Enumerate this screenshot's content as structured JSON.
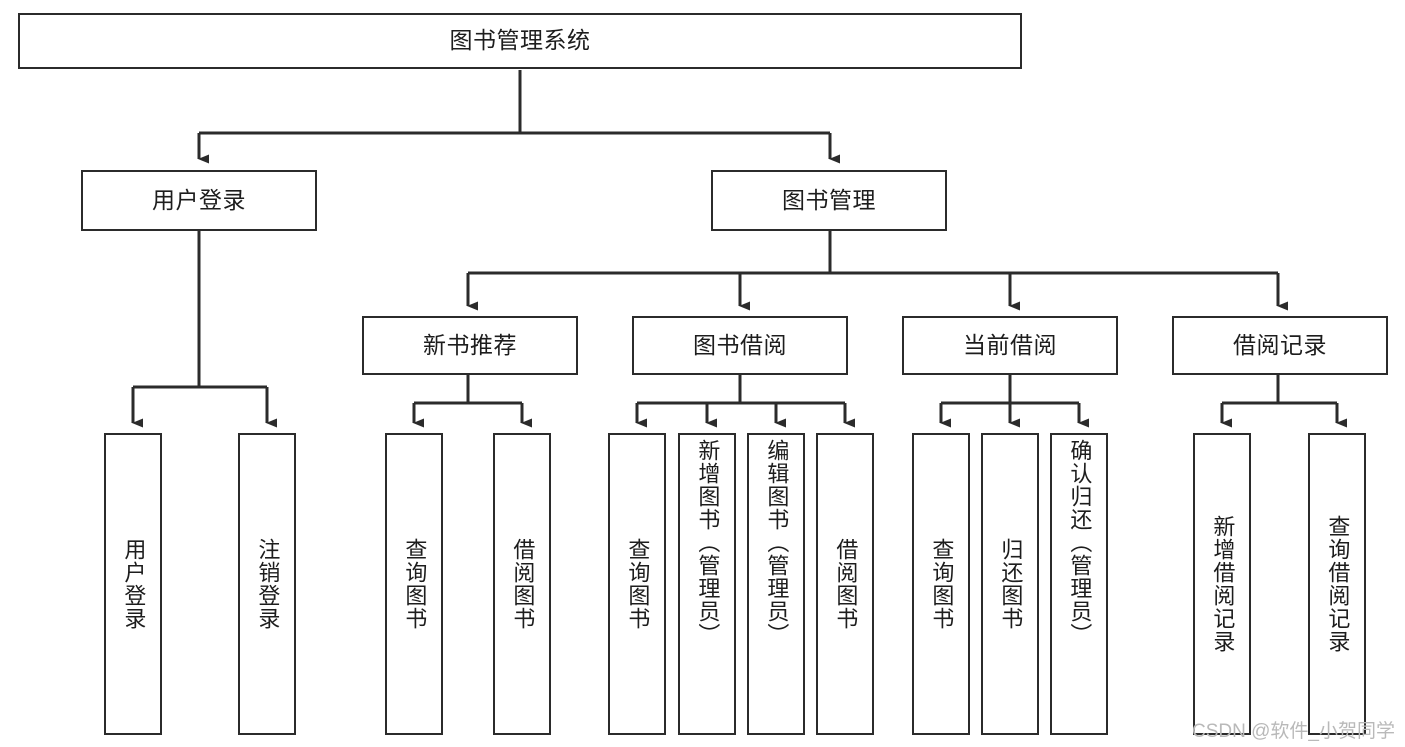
{
  "diagram": {
    "title": "图书管理系统",
    "type": "tree",
    "orientation": "top-down",
    "colors": {
      "stroke": "#2b2b2b",
      "fill": "#ffffff",
      "text": "#1d1d1d",
      "watermark": "#b9b9b9",
      "background": "#ffffff"
    },
    "watermark": "CSDN @软件_小贺同学",
    "nodes": {
      "root": {
        "label": "图书管理系统"
      },
      "level2": [
        {
          "id": "user-login",
          "label": "用户登录"
        },
        {
          "id": "book-management",
          "label": "图书管理"
        }
      ],
      "level3": [
        {
          "id": "new-book-recommend",
          "label": "新书推荐"
        },
        {
          "id": "book-borrow",
          "label": "图书借阅"
        },
        {
          "id": "current-borrow",
          "label": "当前借阅"
        },
        {
          "id": "borrow-record",
          "label": "借阅记录"
        }
      ],
      "leaves": {
        "user-login": [
          {
            "id": "leaf-user-login",
            "label": "用户登录"
          },
          {
            "id": "leaf-logout",
            "label": "注销登录"
          }
        ],
        "new-book-recommend": [
          {
            "id": "leaf-query-book-1",
            "label": "查询图书"
          },
          {
            "id": "leaf-borrow-book-1",
            "label": "借阅图书"
          }
        ],
        "book-borrow": [
          {
            "id": "leaf-query-book-2",
            "label": "查询图书"
          },
          {
            "id": "leaf-add-book",
            "label": "新增图书（管理员）"
          },
          {
            "id": "leaf-edit-book",
            "label": "编辑图书（管理员）"
          },
          {
            "id": "leaf-borrow-book-2",
            "label": "借阅图书"
          }
        ],
        "current-borrow": [
          {
            "id": "leaf-query-book-3",
            "label": "查询图书"
          },
          {
            "id": "leaf-return-book",
            "label": "归还图书"
          },
          {
            "id": "leaf-confirm-return",
            "label": "确认归还（管理员）"
          }
        ],
        "borrow-record": [
          {
            "id": "leaf-add-record",
            "label": "新增借阅记录"
          },
          {
            "id": "leaf-query-record",
            "label": "查询借阅记录"
          }
        ]
      }
    }
  }
}
